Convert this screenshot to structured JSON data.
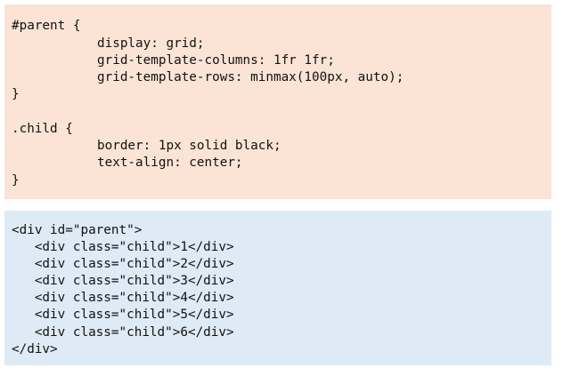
{
  "css_code": {
    "lines": [
      "#parent {",
      "display: grid;",
      "grid-template-columns: 1fr 1fr;",
      "grid-template-rows: minmax(100px, auto);",
      "}",
      ".child {",
      "border: 1px solid black;",
      "text-align: center;",
      "}"
    ]
  },
  "html_code": {
    "lines": [
      "<div id=\"parent\">",
      "   <div class=\"child\">1</div>",
      "   <div class=\"child\">2</div>",
      "   <div class=\"child\">3</div>",
      "   <div class=\"child\">4</div>",
      "   <div class=\"child\">5</div>",
      "   <div class=\"child\">6</div>",
      "</div>"
    ]
  },
  "colors": {
    "css_background": "#fbe4d5",
    "html_background": "#deeaf6"
  }
}
